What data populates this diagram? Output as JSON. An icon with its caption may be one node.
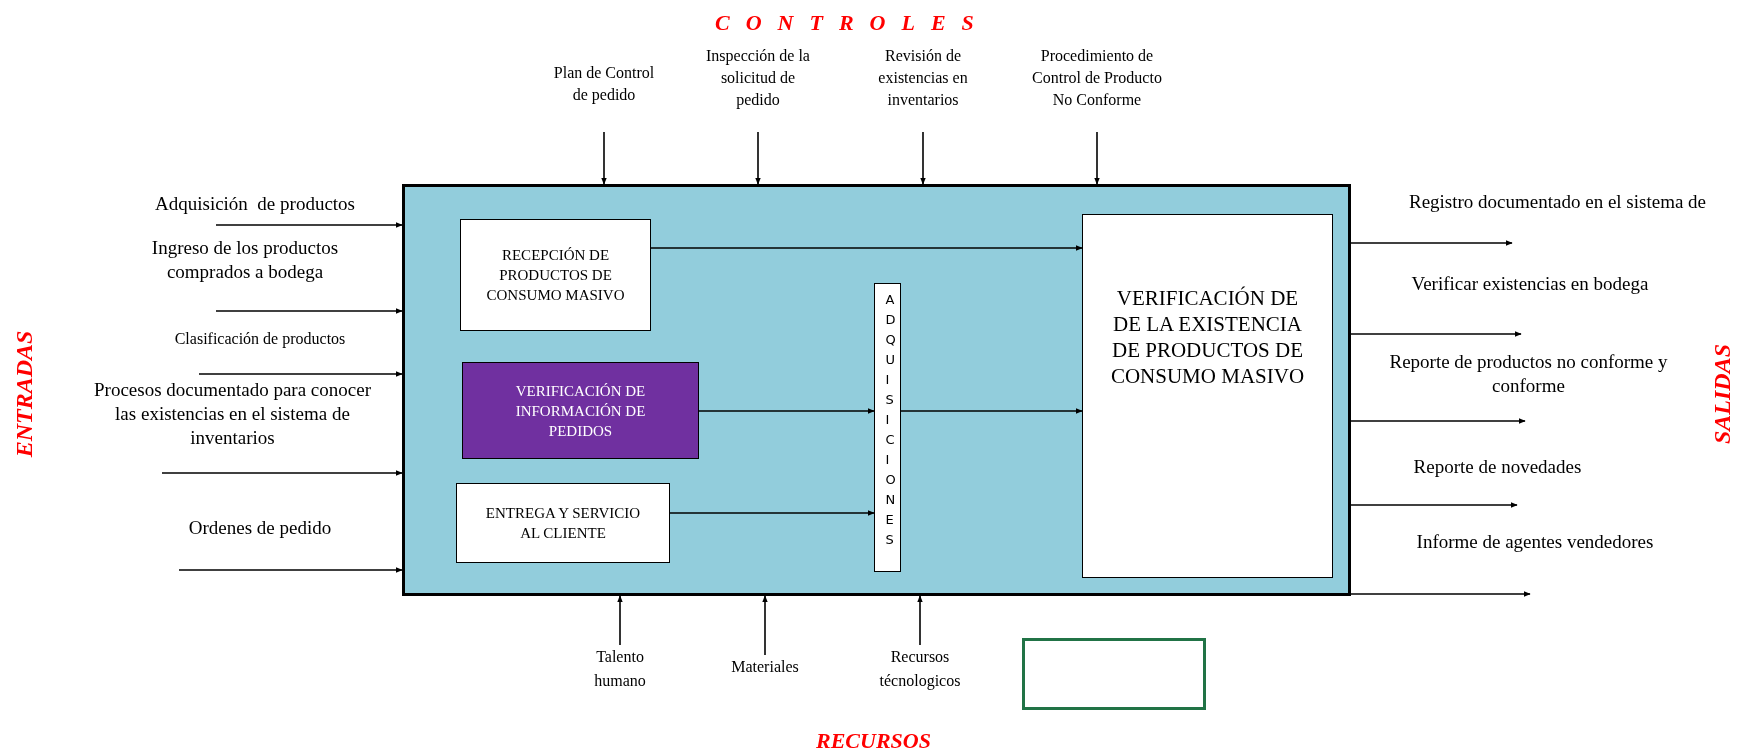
{
  "diagram": {
    "nodes": [
      {
        "text": [],
        "shape": "box"
      },
      {
        "text": [
          "RECEPCIÓN DE PRODUCTOS DE CONSUMO MASIVO"
        ],
        "in": 0
      },
      {
        "text": [
          "VERIFICACIÓN DE INFORMACIÓN DE PEDIDOS"
        ],
        "in": 0
      },
      {
        "text": [
          "ENTREGA Y SERVICIO AL CLIENTE"
        ],
        "in": 0
      },
      {
        "text": [
          "ADQUISICIONES"
        ],
        "in": 0
      },
      {
        "text": [
          "VERIFICACIÓN DE DE LA EXISTENCIA DE PRODUCTOS DE CONSUMO MASIVO"
        ],
        "in": 0
      },
      {
        "text": [
          "Plan de Control de pedido"
        ]
      },
      {
        "text": [
          "Inspección de la solicitud de pedido"
        ]
      },
      {
        "text": [
          "Revisión de existencias en inventarios"
        ]
      },
      {
        "text": [
          "Procedimiento de Control de Producto No Conforme"
        ]
      },
      {
        "text": [
          "Adquisición  de productos"
        ]
      },
      {
        "text": [
          "Ingreso de los productos comprados a bodega"
        ]
      },
      {
        "text": [
          "Clasificación de productos"
        ]
      },
      {
        "text": [
          "Procesos documentado para conocer las existencias en el sistema de inventarios"
        ]
      },
      {
        "text": [
          "Ordenes de pedido"
        ]
      },
      {
        "text": [
          "Registro documentado en el sistema de"
        ]
      },
      {
        "text": [
          "Verificar existencias en bodega"
        ]
      },
      {
        "text": [
          "Reporte de productos no conforme y conforme"
        ]
      },
      {
        "text": [
          "Reporte de novedades"
        ]
      },
      {
        "text": [
          "Informe de agentes vendedores"
        ]
      },
      {
        "text": [
          "Talento humano"
        ]
      },
      {
        "text": [
          "Materiales"
        ]
      },
      {
        "text": [
          "Recursos técnologicos"
        ]
      },
      {
        "text": [],
        "shape": "box"
      }
    ],
    "edges": [
      {
        "from": 1,
        "to": 5,
        "arrow": "to"
      },
      {
        "from": 2,
        "to": 4,
        "arrow": "to"
      },
      {
        "from": 4,
        "to": 5,
        "arrow": "to"
      },
      {
        "from": 3,
        "to": 4,
        "arrow": "to"
      },
      {
        "from": 6,
        "to": 0,
        "arrow": "to"
      },
      {
        "from": 7,
        "to": 0,
        "arrow": "to"
      },
      {
        "from": 8,
        "to": 0,
        "arrow": "to"
      },
      {
        "from": 9,
        "to": 0,
        "arrow": "to"
      },
      {
        "from": 10,
        "to": 0,
        "arrow": "to"
      },
      {
        "from": 11,
        "to": 0,
        "arrow": "to"
      },
      {
        "from": 12,
        "to": 0,
        "arrow": "to"
      },
      {
        "from": 13,
        "to": 0,
        "arrow": "to"
      },
      {
        "from": 14,
        "to": 0,
        "arrow": "to"
      },
      {
        "from": 0,
        "to": 15,
        "arrow": "to"
      },
      {
        "from": 0,
        "to": 16,
        "arrow": "to"
      },
      {
        "from": 0,
        "to": 17,
        "arrow": "to"
      },
      {
        "from": 0,
        "to": 18,
        "arrow": "to"
      },
      {
        "from": 0,
        "to": 19,
        "arrow": "to"
      },
      {
        "from": 20,
        "to": 0,
        "arrow": "to"
      },
      {
        "from": 21,
        "to": 0,
        "arrow": "to"
      },
      {
        "from": 22,
        "to": 0,
        "arrow": "to"
      }
    ],
    "labels": [
      "CONTROLES",
      "ENTRADAS",
      "SALIDAS",
      "RECURSOS"
    ]
  }
}
